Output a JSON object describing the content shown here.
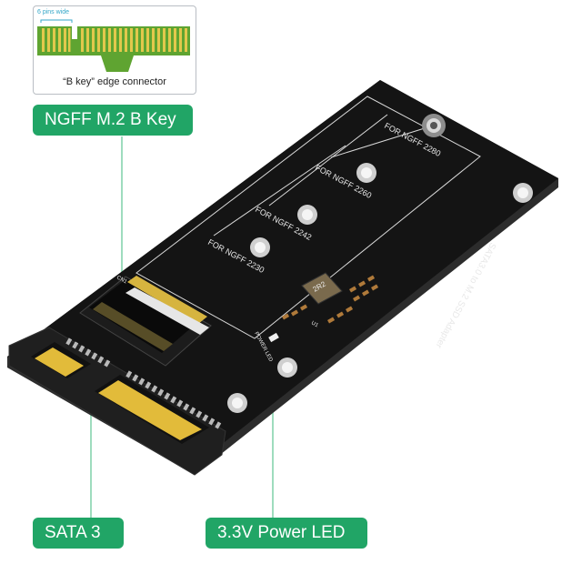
{
  "inset": {
    "pins_label": "6 pins wide",
    "caption": "“B key” edge connector"
  },
  "callouts": {
    "ngff": "NGFF M.2 B Key",
    "sata": "SATA 3",
    "led": "3.3V Power LED"
  },
  "board": {
    "label_2280": "FOR NGFF 2280",
    "label_2260": "FOR NGFF 2260",
    "label_2242": "FOR NGFF 2242",
    "label_2230": "FOR NGFF 2230",
    "silk_title": "SATA3.0 to M.2 SSD Adapter",
    "power_led_label": "POWER LED",
    "chip_label": "2R2",
    "cn_label": "CN1",
    "u_label": "U1"
  },
  "colors": {
    "callout_green": "#21a566",
    "pcb_black": "#141414",
    "pcb_edge": "#2c2c2c",
    "gold": "#e2bb3a",
    "inset_pcb_green": "#5fa431"
  }
}
